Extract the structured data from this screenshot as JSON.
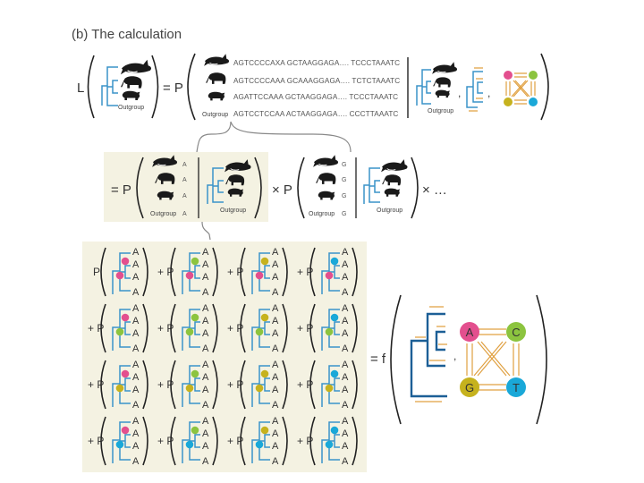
{
  "title": "(b) The calculation",
  "symbols": {
    "L": "L",
    "equals_P": "= P",
    "P": "P",
    "plus_P": "+ P",
    "times_P": "× P",
    "times_dots": "× …",
    "equals_f": "= f",
    "comma": ","
  },
  "outgroup_label": "Outgroup",
  "sequences": [
    {
      "seq": "AGTCCCCAXA GCTAAGGAGA…. TCCCTAAATC",
      "taxon": "orca-icon"
    },
    {
      "seq": "AGTCCCCAAA GCAAAGGAGA…. TCTCTAAATC",
      "taxon": "elephant-icon"
    },
    {
      "seq": "AGATTCCAAA GCTAAGGAGA…. TCCCTAAATC",
      "taxon": "pig-icon"
    },
    {
      "seq": "AGTCCTCCAA ACTAAGGAGA…. CCCTTAAATC",
      "taxon": "outgroup"
    }
  ],
  "site1_bases": [
    "A",
    "A",
    "A",
    "A"
  ],
  "site2_bases": [
    "G",
    "G",
    "G",
    "G"
  ],
  "grid_base": "A",
  "grid_rows": 4,
  "grid_cols": 4,
  "nucleotides": [
    {
      "label": "A",
      "color": "#e34f8e"
    },
    {
      "label": "C",
      "color": "#8cc43f"
    },
    {
      "label": "G",
      "color": "#c6b21e"
    },
    {
      "label": "T",
      "color": "#1aa8d8"
    }
  ],
  "colors": {
    "tree_blue": "#3a93c9",
    "tree_dark_blue": "#1c5f96",
    "rate_arrow": "#e0a040",
    "highlight_bg": "#f4f2e2",
    "text_gray": "#333333"
  }
}
